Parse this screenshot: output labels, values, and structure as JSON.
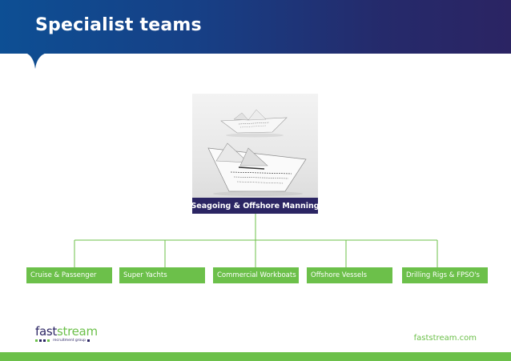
{
  "header": {
    "title": "Specialist teams"
  },
  "org_chart": {
    "root": {
      "label": "Seagoing & Offshore Manning",
      "image": "paper-boats-photo"
    },
    "teams": [
      {
        "label": "Cruise & Passenger"
      },
      {
        "label": "Super Yachts"
      },
      {
        "label": "Commercial Workboats"
      },
      {
        "label": "Offshore Vessels"
      },
      {
        "label": "Drilling Rigs & FPSO's"
      }
    ]
  },
  "footer": {
    "brand": {
      "name_part1": "fast",
      "name_part2": "stream",
      "tagline": "recruitment group"
    },
    "website": "faststream.com"
  },
  "colors": {
    "navy": "#2b2563",
    "blue": "#0d4f94",
    "green": "#6cc04a"
  }
}
